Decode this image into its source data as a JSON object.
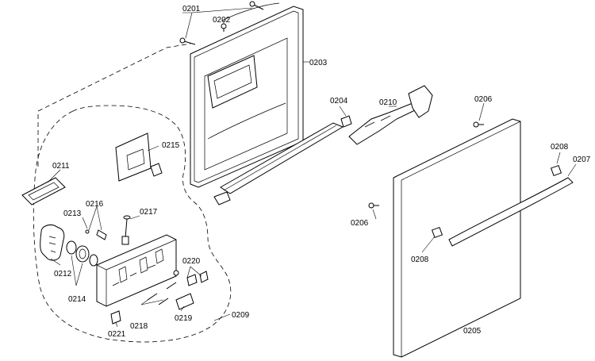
{
  "labels": {
    "p0201": "0201",
    "p0202": "0202",
    "p0203": "0203",
    "p0204": "0204",
    "p0205": "0205",
    "p0206a": "0206",
    "p0206b": "0206",
    "p0207": "0207",
    "p0208a": "0208",
    "p0208b": "0208",
    "p0209": "0209",
    "p0210": "0210",
    "p0211": "0211",
    "p0212": "0212",
    "p0213": "0213",
    "p0214": "0214",
    "p0215": "0215",
    "p0216": "0216",
    "p0217": "0217",
    "p0218": "0218",
    "p0219": "0219",
    "p0220": "0220",
    "p0221": "0221"
  }
}
